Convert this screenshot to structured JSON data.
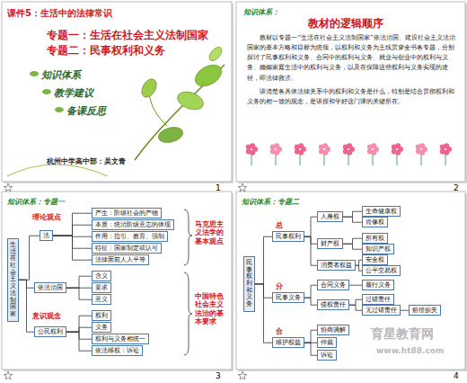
{
  "diagram": {
    "nodes": [
      {
        "text": [
          "课件5：生活中的法律常识",
          "专题一：生活在社会主义法制国家",
          "专题二：民事权利和义务",
          "知识体系",
          "教学建议",
          "备课反思",
          "杭州中学高中部：吴文青"
        ]
      },
      {
        "text": [
          "知识体系：",
          "教材的逻辑顺序",
          "教材以专题一“生活在社会主义法制国家”依法治国、建设社会主义法治国家的基本方略和目标为统领，以权利和义务为主线贯穿全书各专题，分别探讨了民事权利和义务、合同中的权利与义务、就业与创业中的权利与义务、婚姻家庭生活中的权利与义务，以及在保障这些权利与义务实现的途径，即法律救济。",
          "讲清楚各具体法律关系中的权利和义务是什么，特别是结合贯彻权利和义务的相一致的观念，是讲授和学好这门课的关键所在。"
        ]
      },
      {
        "text": [
          "知识体系：专题一"
        ]
      },
      {
        "text": [
          "生活在社会主义法制国家"
        ],
        "in": 2
      },
      {
        "text": [
          "法"
        ],
        "in": 2
      },
      {
        "text": [
          "产生：阶级社会的产物"
        ],
        "in": 2
      },
      {
        "text": [
          "本质：统治阶级意志的体现"
        ],
        "in": 2
      },
      {
        "text": [
          "作用：指引、教育、强制"
        ],
        "in": 2
      },
      {
        "text": [
          "特征：国家制定或认可"
        ],
        "in": 2
      },
      {
        "text": [
          "法律面前人人平等"
        ],
        "in": 2
      },
      {
        "text": [
          "依法治国"
        ],
        "in": 2
      },
      {
        "text": [
          "含义"
        ],
        "in": 2
      },
      {
        "text": [
          "要求"
        ],
        "in": 2
      },
      {
        "text": [
          "意义"
        ],
        "in": 2
      },
      {
        "text": [
          "公民权利"
        ],
        "in": 2
      },
      {
        "text": [
          "权利"
        ],
        "in": 2
      },
      {
        "text": [
          "义务"
        ],
        "in": 2
      },
      {
        "text": [
          "权利与义务相统一"
        ],
        "in": 2
      },
      {
        "text": [
          "依法维权：诉讼"
        ],
        "in": 2
      },
      {
        "text": [
          "知识体系：专题二"
        ]
      },
      {
        "text": [
          "民事权利和义务"
        ],
        "in": 19
      },
      {
        "text": [
          "民事权利"
        ],
        "in": 19
      },
      {
        "text": [
          "人身权"
        ],
        "in": 19
      },
      {
        "text": [
          "生命健康权"
        ],
        "in": 19
      },
      {
        "text": [
          "肖像权"
        ],
        "in": 19
      },
      {
        "text": [
          "财产权"
        ],
        "in": 19
      },
      {
        "text": [
          "所有权"
        ],
        "in": 19
      },
      {
        "text": [
          "知识产权"
        ],
        "in": 19
      },
      {
        "text": [
          "消费者权益"
        ],
        "in": 19
      },
      {
        "text": [
          "安全权"
        ],
        "in": 19
      },
      {
        "text": [
          "公平交易权"
        ],
        "in": 19
      },
      {
        "text": [
          "民事义务"
        ],
        "in": 19
      },
      {
        "text": [
          "合同义务"
        ],
        "in": 19
      },
      {
        "text": [
          "履行义务"
        ],
        "in": 19
      },
      {
        "text": [
          "侵权责任"
        ],
        "in": 19
      },
      {
        "text": [
          "过错责任"
        ],
        "in": 19
      },
      {
        "text": [
          "无过错责任"
        ],
        "in": 19
      },
      {
        "text": [
          "赔偿损失"
        ],
        "in": 19
      },
      {
        "text": [
          "维护权益"
        ],
        "in": 19
      },
      {
        "text": [
          "协商调解"
        ],
        "in": 19
      },
      {
        "text": [
          "仲裁"
        ],
        "in": 19
      },
      {
        "text": [
          "诉讼"
        ],
        "in": 19
      }
    ],
    "edges": [
      {
        "from": 3,
        "to": 4,
        "arrow": "none"
      },
      {
        "from": 3,
        "to": 10,
        "arrow": "none"
      },
      {
        "from": 3,
        "to": 14,
        "arrow": "none"
      },
      {
        "from": 4,
        "to": 5,
        "arrow": "none"
      },
      {
        "from": 4,
        "to": 6,
        "arrow": "none"
      },
      {
        "from": 4,
        "to": 7,
        "arrow": "none"
      },
      {
        "from": 4,
        "to": 8,
        "arrow": "none"
      },
      {
        "from": 4,
        "to": 9,
        "arrow": "none"
      },
      {
        "from": 10,
        "to": 11,
        "arrow": "none"
      },
      {
        "from": 10,
        "to": 12,
        "arrow": "none"
      },
      {
        "from": 10,
        "to": 13,
        "arrow": "none"
      },
      {
        "from": 14,
        "to": 15,
        "arrow": "none"
      },
      {
        "from": 14,
        "to": 16,
        "arrow": "none"
      },
      {
        "from": 14,
        "to": 17,
        "arrow": "none"
      },
      {
        "from": 14,
        "to": 18,
        "arrow": "none"
      },
      {
        "from": 20,
        "to": 21,
        "arrow": "none"
      },
      {
        "from": 20,
        "to": 31,
        "arrow": "none"
      },
      {
        "from": 20,
        "to": 38,
        "arrow": "none"
      },
      {
        "from": 21,
        "to": 22,
        "arrow": "none"
      },
      {
        "from": 21,
        "to": 25,
        "arrow": "none"
      },
      {
        "from": 21,
        "to": 28,
        "arrow": "none"
      },
      {
        "from": 22,
        "to": 23,
        "arrow": "none"
      },
      {
        "from": 22,
        "to": 24,
        "arrow": "none"
      },
      {
        "from": 25,
        "to": 26,
        "arrow": "none"
      },
      {
        "from": 25,
        "to": 27,
        "arrow": "none"
      },
      {
        "from": 28,
        "to": 29,
        "arrow": "none"
      },
      {
        "from": 28,
        "to": 30,
        "arrow": "none"
      },
      {
        "from": 31,
        "to": 32,
        "arrow": "none"
      },
      {
        "from": 31,
        "to": 34,
        "arrow": "none"
      },
      {
        "from": 32,
        "to": 33,
        "arrow": "none"
      },
      {
        "from": 34,
        "to": 35,
        "arrow": "none"
      },
      {
        "from": 34,
        "to": 36,
        "arrow": "none"
      },
      {
        "from": 36,
        "to": 37,
        "arrow": "none"
      },
      {
        "from": 38,
        "to": 39,
        "arrow": "none"
      },
      {
        "from": 38,
        "to": 40,
        "arrow": "none"
      },
      {
        "from": 38,
        "to": 41,
        "arrow": "none"
      }
    ],
    "labels": [
      "1",
      "2",
      "3",
      "4",
      "理论观点",
      "意识观念",
      "马克思主义法学的基本观点",
      "中国特色社会主义法治的基本要求",
      "总",
      "分",
      "合",
      "育星教育网",
      "www.ht88.com"
    ]
  }
}
